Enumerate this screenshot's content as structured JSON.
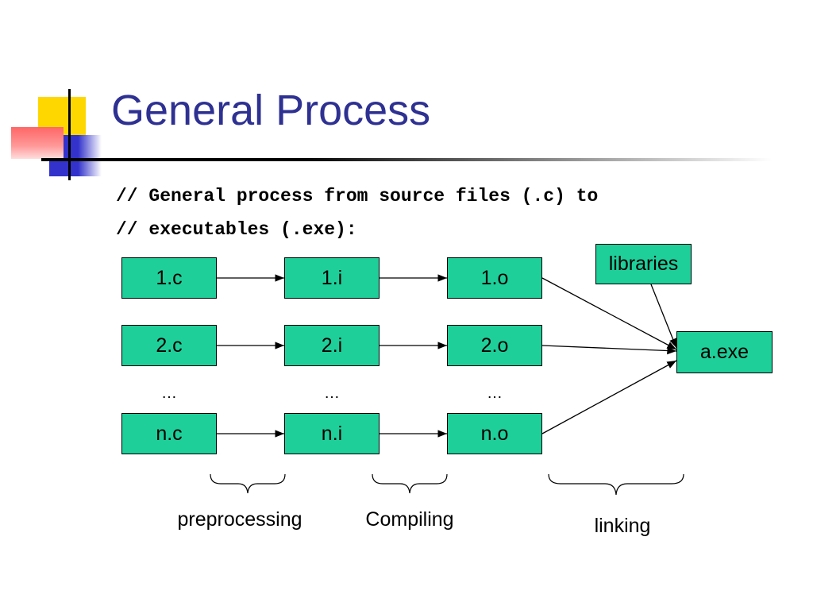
{
  "slide": {
    "title": "General Process",
    "code_lines": [
      "// General process from source files (.c) to",
      "// executables (.exe):"
    ]
  },
  "diagram": {
    "sources": [
      "1.c",
      "2.c",
      "n.c"
    ],
    "preprocessed": [
      "1.i",
      "2.i",
      "n.i"
    ],
    "objects": [
      "1.o",
      "2.o",
      "n.o"
    ],
    "libraries": "libraries",
    "output": "a.exe",
    "ellipsis": "…",
    "stages": [
      "preprocessing",
      "Compiling",
      "linking"
    ]
  },
  "colors": {
    "title": "#2E3192",
    "box_fill": "#1ECF9A",
    "accent_yellow": "#FFD700",
    "accent_blue": "#3333CC",
    "accent_red": "#FF4444"
  }
}
